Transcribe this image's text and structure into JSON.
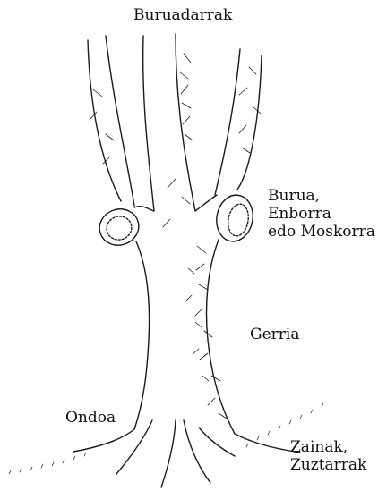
{
  "labels": {
    "top": "Buruadarrak",
    "burua": [
      "Burua,",
      "Enborra",
      "edo Moskorra"
    ],
    "gerria": "Gerria",
    "ondoa": "Ondoa",
    "zainak": [
      "Zainak,",
      "Zuztarrak"
    ]
  },
  "colors": {
    "ink": "#111111",
    "paper": "#ffffff"
  }
}
